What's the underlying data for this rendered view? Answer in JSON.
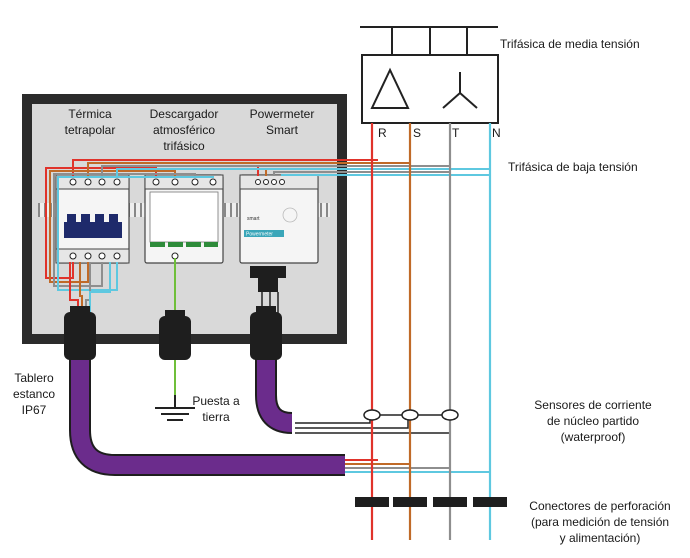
{
  "labels": {
    "breaker_line1": "Térmica",
    "breaker_line2": "tetrapolar",
    "arrester_line1": "Descargador",
    "arrester_line2": "atmosférico",
    "arrester_line3": "trifásico",
    "powermeter_line1": "Powermeter",
    "powermeter_line2": "Smart",
    "mv_supply": "Trifásica de media tensión",
    "lv_supply": "Trifásica de baja tensión",
    "phase_r": "R",
    "phase_s": "S",
    "phase_t": "T",
    "phase_n": "N",
    "enclosure_line1": "Tablero",
    "enclosure_line2": "estanco",
    "enclosure_line3": "IP67",
    "ground_line1": "Puesta a",
    "ground_line2": "tierra",
    "sensors_line1": "Sensores de corriente",
    "sensors_line2": "de núcleo partido",
    "sensors_line3": "(waterproof)",
    "connectors_line1": "Conectores de perforación",
    "connectors_line2": "(para medición de tensión",
    "connectors_line3": "y alimentación)",
    "device_brand": "smart",
    "device_tag": "Powermeter"
  },
  "colors": {
    "enclosure_fill": "#d9d9d9",
    "enclosure_border": "#2b2b2b",
    "phase_r": "#e0332b",
    "phase_s": "#c06a28",
    "phase_t": "#8e8e8e",
    "phase_n": "#5ec8e0",
    "conduit": "#6b2c8c",
    "ground_wire": "#6fbf3a",
    "module_green": "#2e8b3a",
    "breaker_blue": "#1e2a6b",
    "meter_label": "#3aa6b9"
  }
}
